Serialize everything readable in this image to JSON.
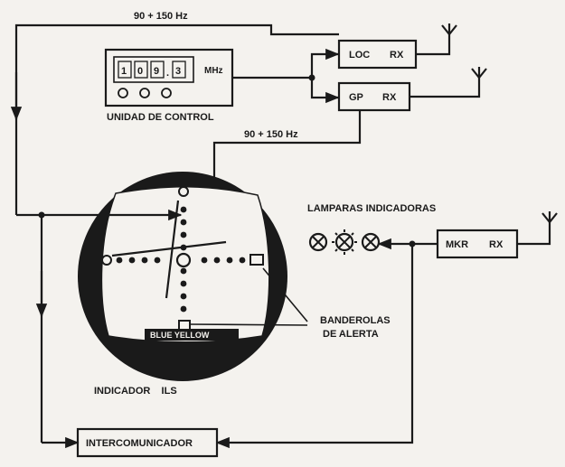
{
  "labels": {
    "freq_top": "90 + 150 Hz",
    "freq_mid": "90 + 150 Hz",
    "loc": "LOC",
    "gp": "GP",
    "rx": "RX",
    "mkr": "MKR",
    "control_digits": [
      "1",
      "0",
      "9",
      ".",
      "3"
    ],
    "mhz": "MHz",
    "control_unit": "UNIDAD DE CONTROL",
    "lamps": "LAMPARAS INDICADORAS",
    "flags_line1": "BANDEROLAS",
    "flags_line2": "DE ALERTA",
    "blue_yellow": "BLUE YELLOW",
    "ils_indicator": "INDICADOR    ILS",
    "intercom": "INTERCOMUNICADOR"
  }
}
